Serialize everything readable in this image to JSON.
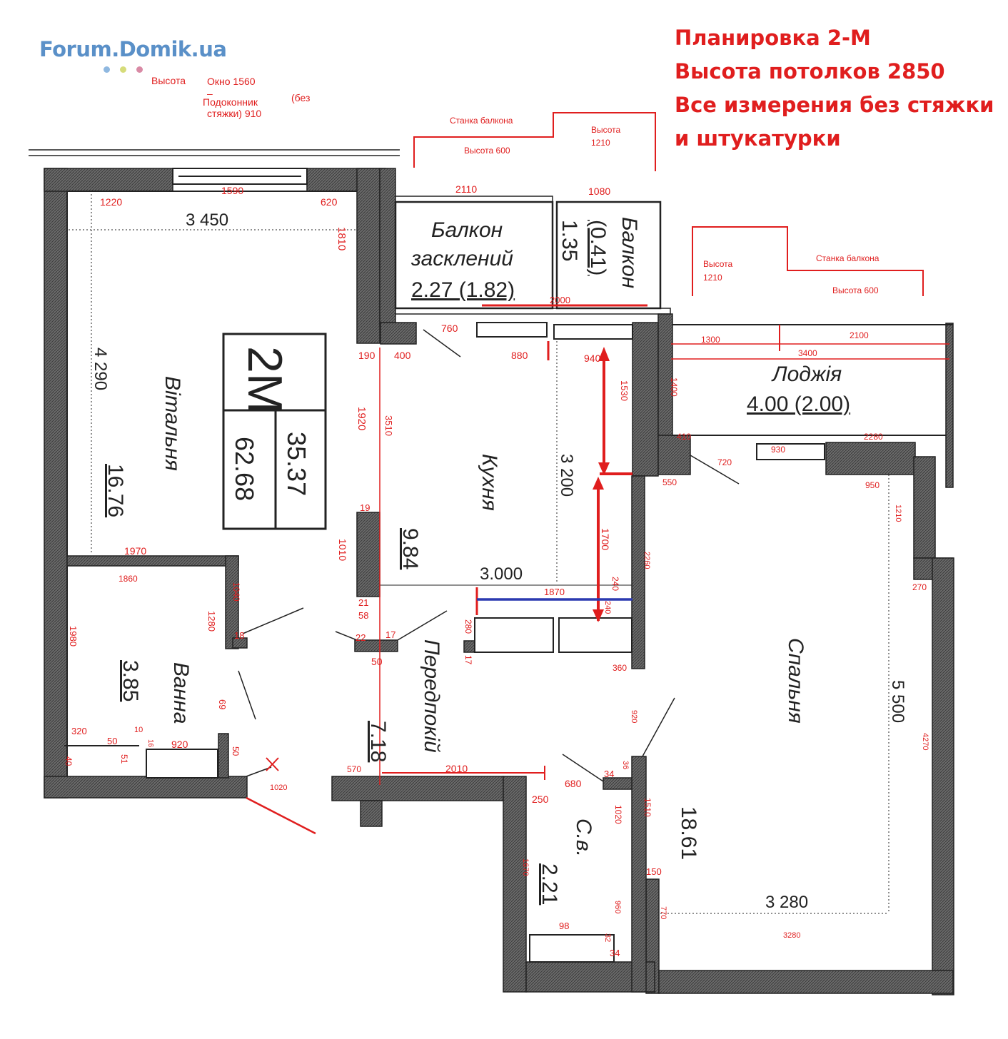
{
  "header": {
    "logo_text": "Forum.Domik.ua",
    "logo_dot_colors": [
      "#8fb8e0",
      "#d6dc7a",
      "#d98aa5"
    ],
    "title_lines": [
      "Планировка 2-М",
      "Высота потолков 2850",
      "Все измерения без стяжки",
      "и штукатурки"
    ]
  },
  "window_note": {
    "height_label": "Высота",
    "window": "Окно 1560",
    "dash": "–",
    "sill": "Подоконник",
    "no_screed": "(без",
    "screed_value": "стяжки) 910"
  },
  "balcony_notes": {
    "wall_1": "Станка балкона",
    "height_1": "Высота 600",
    "height_2_label": "Высота",
    "height_2_value": "1210",
    "height_3_label": "Высота",
    "height_3_value": "1210",
    "wall_2": "Станка балкона",
    "height_4": "Высота 600"
  },
  "summary": {
    "code": "2М",
    "total_area": "62.68",
    "living_area": "35.37"
  },
  "rooms": {
    "living": {
      "name": "Вітальня",
      "area": "16.76"
    },
    "balcony_glazed": {
      "name_1": "Балкон",
      "name_2": "засклений",
      "area": "2.27 (1.82)"
    },
    "balcony": {
      "name": "Балкон",
      "area": "1.35",
      "area_2": "(0.41)"
    },
    "kitchen": {
      "name": "Кухня",
      "area": "9.84"
    },
    "loggia": {
      "name": "Лоджія",
      "area": "4.00 (2.00)"
    },
    "bath": {
      "name": "Ванна",
      "area": "3.85"
    },
    "hall": {
      "name": "Передпокій",
      "area": "7.18"
    },
    "bedroom": {
      "name": "Спальня",
      "area": "18.61"
    },
    "wc": {
      "name": "С.в.",
      "area": "2.21"
    }
  },
  "dims_black": [
    "3 450",
    "4 290",
    "3 200",
    "3.000",
    "5 500",
    "3 280"
  ],
  "dims_red": [
    "1590",
    "1220",
    "620",
    "1810",
    "2110",
    "1080",
    "2000",
    "760",
    "880",
    "190",
    "400",
    "940",
    "1530",
    "1400",
    "1300",
    "2100",
    "3400",
    "410",
    "2280",
    "720",
    "930",
    "550",
    "950",
    "1210",
    "1920",
    "3510",
    "19",
    "1010",
    "21",
    "58",
    "22",
    "17",
    "50",
    "1700",
    "2260",
    "1870",
    "240",
    "240",
    "280",
    "17",
    "360",
    "920",
    "270",
    "4270",
    "1970",
    "1860",
    "1040",
    "1280",
    "18",
    "1980",
    "69",
    "320",
    "50",
    "10",
    "16",
    "920",
    "50",
    "40",
    "51",
    "1020",
    "570",
    "2010",
    "680",
    "250",
    "34",
    "36",
    "1020",
    "1510",
    "150",
    "1670",
    "960",
    "770",
    "98",
    "32",
    "34",
    "3280"
  ],
  "colors": {
    "wall": "#4a4a4a",
    "line": "#222222",
    "annotation": "#e01e1e",
    "blue_line": "#2c3ab0",
    "logo": "#5a90c8"
  }
}
